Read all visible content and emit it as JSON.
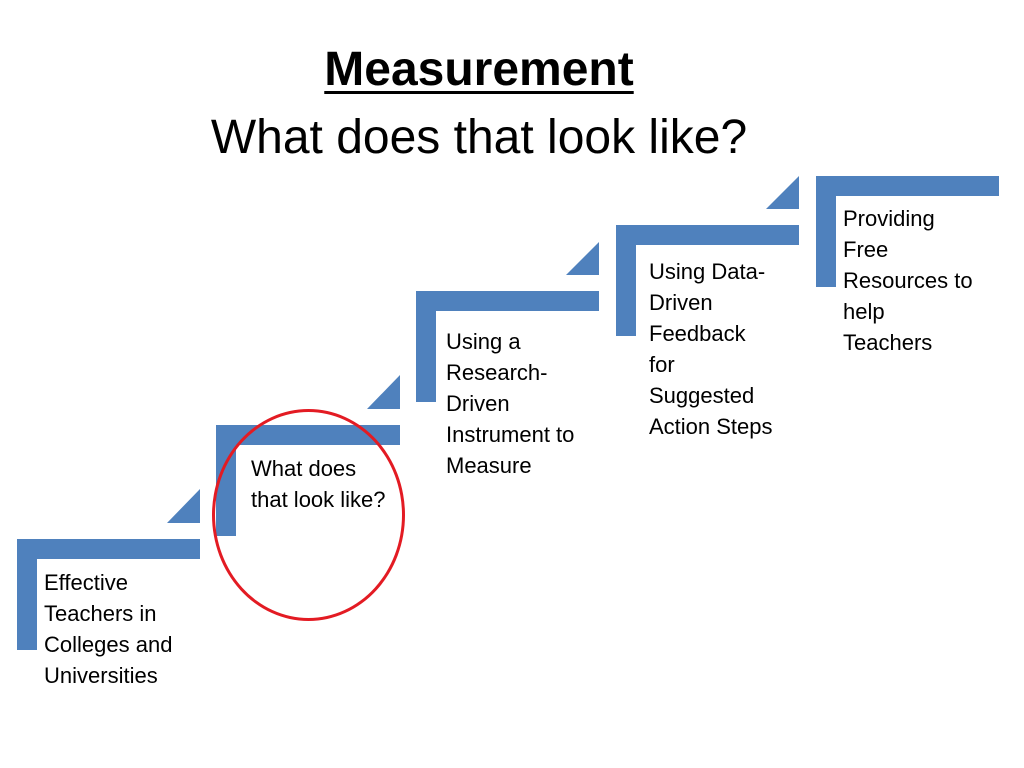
{
  "title": {
    "main": "Measurement",
    "subtitle": "What does that look like?"
  },
  "steps": [
    {
      "label": "Effective Teachers in Colleges and Universities"
    },
    {
      "label": "What does that look like?",
      "highlighted": true
    },
    {
      "label": "Using a Research-Driven Instrument to Measure"
    },
    {
      "label": "Using Data-Driven Feedback for Suggested Action Steps"
    },
    {
      "label": "Providing Free Resources to help Teachers"
    }
  ],
  "colors": {
    "step_fill": "#4f81bd",
    "highlight_ring": "#e31b23",
    "text": "#000000"
  }
}
